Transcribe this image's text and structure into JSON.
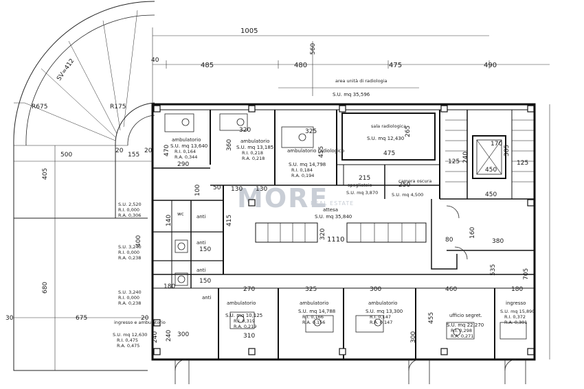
{
  "watermark": {
    "logo_text": "MORE",
    "sub": "REAL ESTATE"
  },
  "dimensions": {
    "top_overall": "1005",
    "top_40": "40",
    "top_485": "485",
    "top_480": "480",
    "top_475": "475",
    "top_490": "490",
    "curve_radius_sv": "SV=412",
    "r675": "R675",
    "r175": "R175",
    "d560": "560",
    "d500": "500",
    "d20a": "20",
    "d155": "155",
    "d20b": "20",
    "d405": "405",
    "d680": "680",
    "d30": "30",
    "d675": "675",
    "d20c": "20",
    "d470": "470",
    "d290": "290",
    "d320": "320",
    "d360": "360",
    "d325": "325",
    "d455": "455",
    "d265": "265",
    "d475b": "475",
    "d215": "215",
    "d250": "250",
    "d130a": "130",
    "d130b": "130",
    "d50": "50",
    "d100": "100",
    "d140": "140",
    "d415": "415",
    "d400": "400",
    "d150a": "150",
    "d150b": "150",
    "d180": "180",
    "d240": "240",
    "d300a": "300",
    "d320b": "320",
    "d1110": "1110",
    "d80": "80",
    "d160": "160",
    "d380": "380",
    "d125a": "125",
    "d240b": "240",
    "d170": "170",
    "d125b": "125",
    "d450a": "450",
    "d450b": "450",
    "d385": "385",
    "d535": "535",
    "d705": "705",
    "d270": "270",
    "d325b": "325",
    "d300b": "300",
    "d460": "460",
    "d180b": "180",
    "d455b": "455",
    "d310": "310",
    "d240c": "240",
    "d300c": "300"
  },
  "rooms": {
    "amb1": {
      "name": "ambulatorio",
      "su": "S.U. mq 13,640",
      "ri": "R.I. 0,164",
      "ra": "R.A. 0,344"
    },
    "amb2": {
      "name": "ambulatorio",
      "su": "S.U. mq 13,185",
      "ri": "R.I. 0,218",
      "ra": "R.A. 0,218"
    },
    "radio1": {
      "name": "ambulatorio radiologico",
      "su": "S.U. mq 14,798",
      "ri": "R.I. 0,184",
      "ra": "R.A. 0,194"
    },
    "unit_top": {
      "name": "area unità di radiologia",
      "su": "S.U. mq 35,596"
    },
    "sala": {
      "name": "sala radiologica",
      "su": "S.U. mq 12,430"
    },
    "spogliatoio": {
      "name": "spogliatoio",
      "su": "S.U. mq 3,870"
    },
    "camera": {
      "name": "camera oscura",
      "su": "S.U. mq 4,500"
    },
    "attesa": {
      "name": "attesa",
      "su": "S.U. mq 35,840"
    },
    "wc_left_top": {
      "su": "S.U. 2,520",
      "ri": "R.I. 0,000",
      "ra": "R.A. 0,306"
    },
    "wc_left_mid": {
      "su": "S.U. 3,240",
      "ri": "R.I. 0,000",
      "ra": "R.A. 0,238"
    },
    "wc_left_bot": {
      "su": "S.U. 3,240",
      "ri": "R.I. 0,000",
      "ra": "R.A. 0,238"
    },
    "wc_label": "wc",
    "anti1": "anti",
    "anti2": "anti",
    "anti3": "anti",
    "anti4": "anti",
    "amb_bl": {
      "name": "ambulatorio",
      "su": "S.U. mq 10,125",
      "ri": "R.I. 0,319",
      "ra": "R.A. 0,219"
    },
    "ingresso_left": {
      "name": "ingresso e ambulatorio",
      "su": "S.U. mq 12,630",
      "ri": "R.I. 0,475",
      "ra": "R.A. 0,475"
    },
    "amb_b2": {
      "name": "ambulatorio",
      "su": "S.U. mq 14,788",
      "ri": "R.I. 0,166",
      "ra": "R.A. 0,156"
    },
    "amb_b3": {
      "name": "ambulatorio",
      "su": "S.U. mq 13,300",
      "ri": "R.I. 0,147",
      "ra": "R.A. 0,147"
    },
    "ufficio": {
      "name": "ufficio segret.",
      "su": "S.U. mq 22,270",
      "ri": "R.I. 0,298",
      "ra": "R.A. 0,271"
    },
    "ingresso_right": {
      "name": "ingresso",
      "su": "S.U. mq 15,890",
      "ri": "R.I. 0,372",
      "ra": "R.A. 0,301"
    }
  }
}
